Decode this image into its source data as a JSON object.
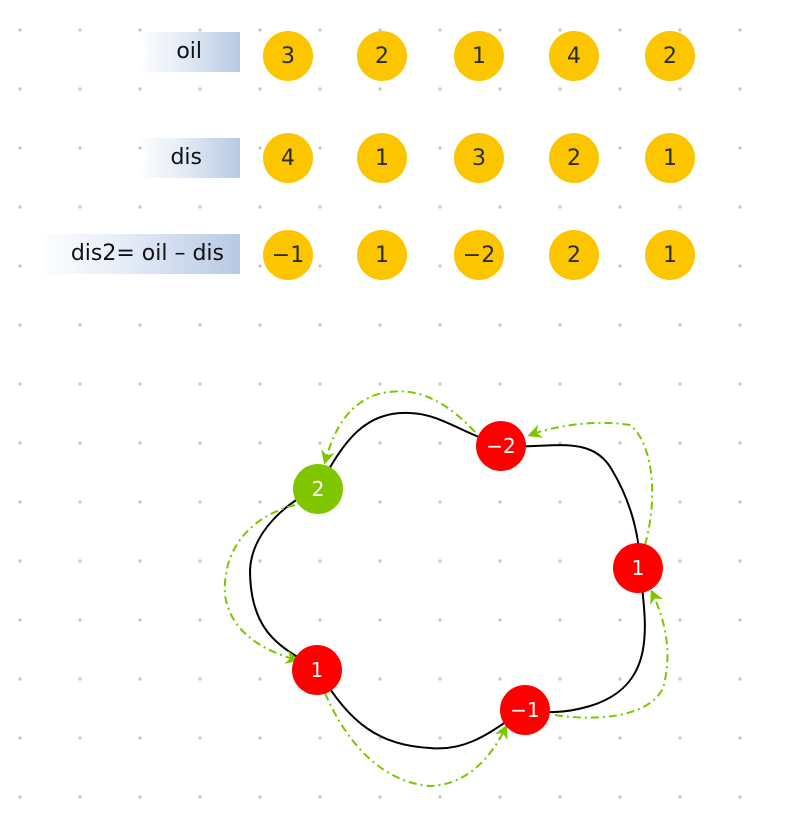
{
  "rows": [
    {
      "label": "oil",
      "values": [
        "3",
        "2",
        "1",
        "4",
        "2"
      ]
    },
    {
      "label": "dis",
      "values": [
        "4",
        "1",
        "3",
        "2",
        "1"
      ]
    },
    {
      "label": "dis2= oil – dis",
      "values": [
        "−1",
        "1",
        "−2",
        "2",
        "1"
      ]
    }
  ],
  "cycle": {
    "nodes": [
      {
        "label": "2",
        "color": "#80c600"
      },
      {
        "label": "−2",
        "color": "#ff0000"
      },
      {
        "label": "1",
        "color": "#ff0000"
      },
      {
        "label": "−1",
        "color": "#ff0000"
      },
      {
        "label": "1",
        "color": "#ff0000"
      }
    ],
    "arrow_color": "#7ec400",
    "edge_color": "#000000"
  },
  "colors": {
    "coin": "#fbc600",
    "grid_dot": "#b8b8b8"
  }
}
